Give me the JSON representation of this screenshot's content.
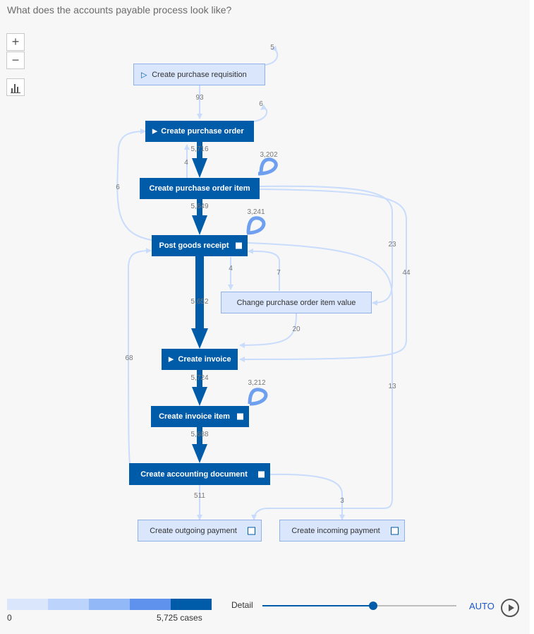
{
  "question": "What does the accounts payable process look like?",
  "controls": {
    "zoom_in": "+",
    "zoom_out": "−",
    "stats_icon": "bar-chart-icon"
  },
  "colors": {
    "dark_node": "#005ba8",
    "light_node": "#d9e6fc",
    "edge": "#c9dcfb",
    "edge_strong": "#005ba8"
  },
  "nodes": [
    {
      "id": "req",
      "label": "Create purchase requisition",
      "style": "light",
      "start": true
    },
    {
      "id": "po",
      "label": "Create purchase order",
      "style": "dark",
      "start": true
    },
    {
      "id": "poi",
      "label": "Create purchase order item",
      "style": "dark"
    },
    {
      "id": "gr",
      "label": "Post goods receipt",
      "style": "dark",
      "end": true
    },
    {
      "id": "chg",
      "label": "Change purchase order item value",
      "style": "light"
    },
    {
      "id": "inv",
      "label": "Create invoice",
      "style": "dark",
      "start": true
    },
    {
      "id": "invi",
      "label": "Create invoice item",
      "style": "dark",
      "end": true
    },
    {
      "id": "acc",
      "label": "Create accounting document",
      "style": "dark",
      "end": true
    },
    {
      "id": "out",
      "label": "Create outgoing payment",
      "style": "light",
      "end": true
    },
    {
      "id": "inc",
      "label": "Create incoming payment",
      "style": "light",
      "end": true
    }
  ],
  "edges": [
    {
      "from": "req",
      "to": "req",
      "count": "5"
    },
    {
      "from": "req",
      "to": "po",
      "count": "93"
    },
    {
      "from": "po",
      "to": "po",
      "count": "6"
    },
    {
      "from": "po",
      "to": "poi",
      "count": "5,716"
    },
    {
      "from": "poi",
      "to": "po",
      "count": "4"
    },
    {
      "from": "poi",
      "to": "poi",
      "count": "3,202"
    },
    {
      "from": "gr",
      "to": "po",
      "count": "6"
    },
    {
      "from": "poi",
      "to": "gr",
      "count": "5,649"
    },
    {
      "from": "gr",
      "to": "gr",
      "count": "3,241"
    },
    {
      "from": "poi",
      "to": "chg",
      "count": "23"
    },
    {
      "from": "poi",
      "to": "inv",
      "count": "44"
    },
    {
      "from": "gr",
      "to": "chg",
      "count": "4"
    },
    {
      "from": "chg",
      "to": "gr",
      "count": "7"
    },
    {
      "from": "gr",
      "to": "inv",
      "count": "5,652"
    },
    {
      "from": "chg",
      "to": "inv",
      "count": "20"
    },
    {
      "from": "acc",
      "to": "gr",
      "count": "68"
    },
    {
      "from": "inv",
      "to": "invi",
      "count": "5,724"
    },
    {
      "from": "invi",
      "to": "invi",
      "count": "3,212"
    },
    {
      "from": "gr",
      "to": "out",
      "count": "13"
    },
    {
      "from": "invi",
      "to": "acc",
      "count": "5,688"
    },
    {
      "from": "acc",
      "to": "out",
      "count": "511"
    },
    {
      "from": "acc",
      "to": "inc",
      "count": "3"
    }
  ],
  "legend": {
    "min": "0",
    "max": "5,725 cases",
    "colors": [
      "#d9e6fc",
      "#bcd3fb",
      "#93b8f7",
      "#5f92ec",
      "#005ba8"
    ]
  },
  "detail": {
    "label": "Detail",
    "level": 0.57
  },
  "auto_label": "AUTO"
}
